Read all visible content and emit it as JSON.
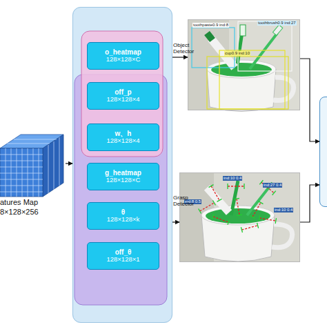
{
  "diagram": {
    "nodes": [
      {
        "text": [
          "atures Map",
          "8×128×256"
        ]
      },
      {
        "text": []
      },
      {
        "text": [
          "o_heatmap",
          "128×128×C"
        ],
        "in": 1
      },
      {
        "text": [
          "off_p",
          "128×128×4"
        ],
        "in": 1
      },
      {
        "text": [
          "w、h",
          "128×128×4"
        ],
        "in": 1
      },
      {
        "text": [
          "g_heatmap",
          "128×128×C"
        ],
        "in": 1
      },
      {
        "text": [
          "θ",
          "128×128×k"
        ],
        "in": 1
      },
      {
        "text": [
          "off_θ",
          "128×128×1"
        ],
        "in": 1
      },
      {
        "text": [
          "toothpaste0.9 ind:8",
          "toothbrush0.9 ind:27",
          "cup0.9 ind:10"
        ]
      },
      {
        "text": [
          "ind:8 0.5",
          "ind:10 0.4",
          "ind:27 0.4",
          "ind:10 0.4"
        ]
      },
      {
        "text": []
      }
    ],
    "edges": [
      {
        "from": 0,
        "to": 1,
        "arrow": "to"
      },
      {
        "from": 1,
        "to": 8,
        "label": "Object Detector",
        "arrow": "to"
      },
      {
        "from": 1,
        "to": 9,
        "label": "Grasp Detector",
        "arrow": "to"
      },
      {
        "from": 8,
        "to": 10,
        "arrow": "to"
      },
      {
        "from": 9,
        "to": 10,
        "arrow": "to"
      }
    ]
  }
}
